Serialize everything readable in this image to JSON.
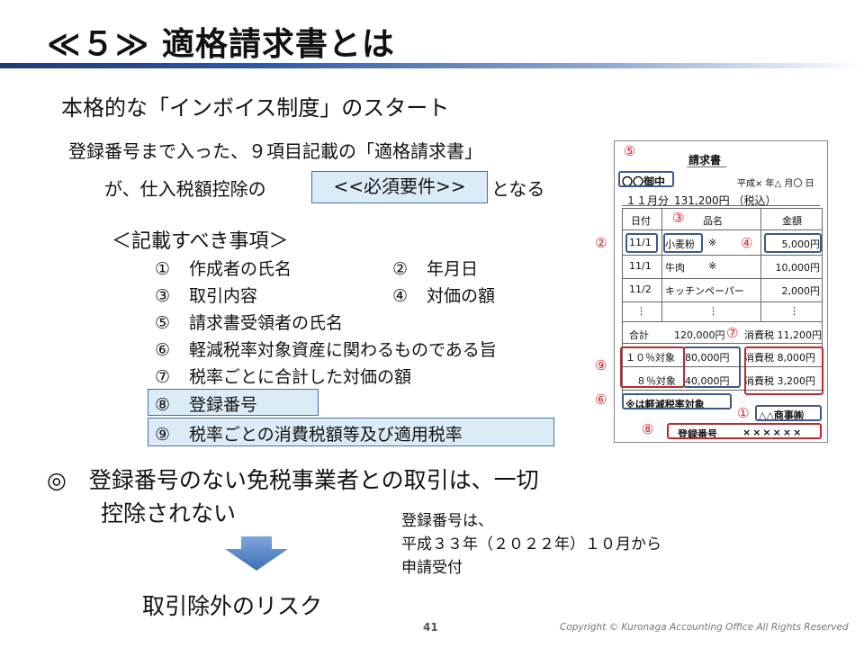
{
  "title": "≪５≫ 適格請求書とは",
  "subtitle": "本格的な「インボイス制度」のスタート",
  "intro": {
    "line1": "登録番号まで入った、９項目記載の「適格請求書」",
    "line2_before": "が、仕入税額控除の",
    "line2_box": "<<必須要件>>",
    "line2_after": "となる"
  },
  "items_heading": "＜記載すべき事項＞",
  "items": [
    {
      "num": "①",
      "text": "作成者の氏名"
    },
    {
      "num": "②",
      "text": "年月日"
    },
    {
      "num": "③",
      "text": "取引内容"
    },
    {
      "num": "④",
      "text": "対価の額"
    },
    {
      "num": "⑤",
      "text": "請求書受領者の氏名"
    },
    {
      "num": "⑥",
      "text": "軽減税率対象資産に関わるものである旨"
    },
    {
      "num": "⑦",
      "text": "税率ごとに合計した対価の額"
    },
    {
      "num": "⑧",
      "text": "登録番号"
    },
    {
      "num": "⑨",
      "text": "税率ごとの消費税額等及び適用税率"
    }
  ],
  "note": {
    "line1": "◎　登録番号のない免税事業者との取引は、一切",
    "line2": "控除されない"
  },
  "risk": "取引除外のリスク",
  "registration_note": "登録番号は、\n平成３３年（２０２２年）１０月から\n申請受付",
  "page_number": "41",
  "copyright": "Copyright © Kuronaga Accounting Office All Rights Reserved",
  "invoice": {
    "title": "請求書",
    "recipient": "〇〇御中",
    "date": "平成× 年△ 月〇 日",
    "month_label": "１１月分",
    "total": "131,200円 （税込）",
    "headers": [
      "日付",
      "品名",
      "金額"
    ],
    "rows": [
      {
        "date": "11/1",
        "item": "小麦粉",
        "mark": "※",
        "amount": "5,000円"
      },
      {
        "date": "11/1",
        "item": "牛肉",
        "mark": "※",
        "amount": "10,000円"
      },
      {
        "date": "11/2",
        "item": "キッチンペーパー",
        "mark": "",
        "amount": "2,000円"
      },
      {
        "date": "⋮",
        "item": "⋮",
        "mark": "",
        "amount": "⋮"
      }
    ],
    "sum": {
      "label": "合計",
      "amount": "120,000円",
      "tax": "消費税 11,200円"
    },
    "rate10": {
      "label": "１０％対象",
      "amount": "80,000円",
      "tax": "消費税 8,000円"
    },
    "rate8": {
      "label": "８％対象",
      "amount": "40,000円",
      "tax": "消費税 3,200円"
    },
    "reduced_note": "※は軽減税率対象",
    "issuer": "△△商事㈱",
    "reg_label": "登録番号",
    "reg_value": "××××××",
    "markers": [
      "⑤",
      "③",
      "②",
      "④",
      "⑦",
      "⑨",
      "⑥",
      "①",
      "⑧"
    ]
  }
}
